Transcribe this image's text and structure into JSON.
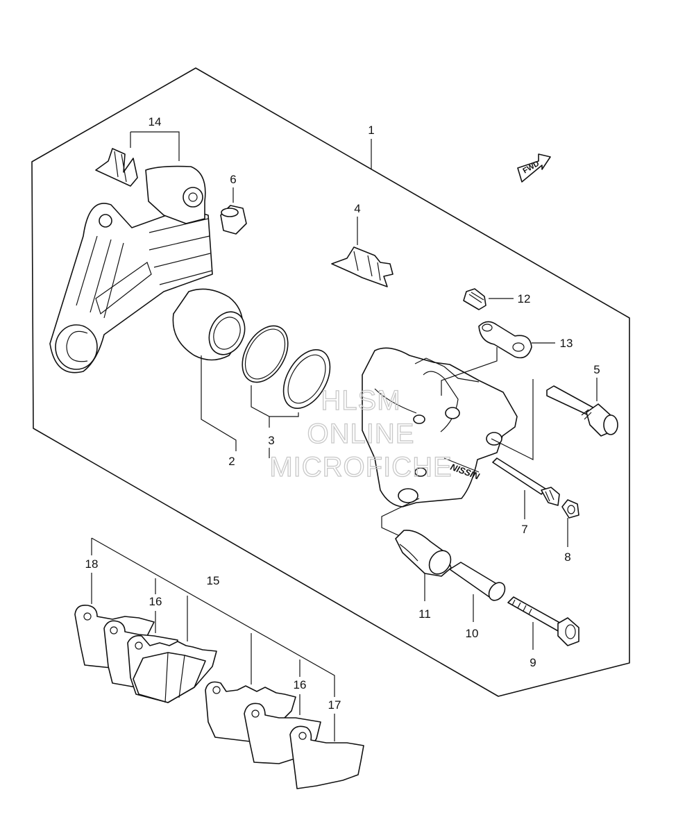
{
  "diagram": {
    "callouts": {
      "c1": "1",
      "c2": "2",
      "c3": "3",
      "c4": "4",
      "c5": "5",
      "c6": "6",
      "c7": "7",
      "c8": "8",
      "c9": "9",
      "c10": "10",
      "c11": "11",
      "c12": "12",
      "c13": "13",
      "c14": "14",
      "c15": "15",
      "c16a": "16",
      "c16b": "16",
      "c17": "17",
      "c18": "18"
    },
    "fwd_label": "FWD",
    "caliper_brand": "NISSIN"
  },
  "watermark": {
    "line1": "HLSM",
    "line2": "ONLINE",
    "line3": "MICROFICHE"
  }
}
